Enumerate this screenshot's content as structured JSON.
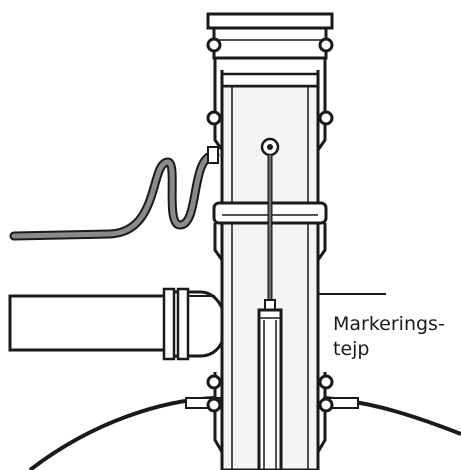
{
  "diagram": {
    "callout_text": "Markerings-\ntejp",
    "colors": {
      "stroke": "#1a1a1a",
      "fill": "#ffffff",
      "pipe_fill": "#f4f4f4",
      "hose": "#8a8a8a",
      "probe_cable": "#6f6f6f"
    },
    "parts": [
      "riser-pipe",
      "top-cap",
      "o-ring-seals",
      "signal-cable",
      "inlet-pipe",
      "probe-rod",
      "sensor-probe",
      "tank-dome",
      "marking-tape"
    ]
  }
}
